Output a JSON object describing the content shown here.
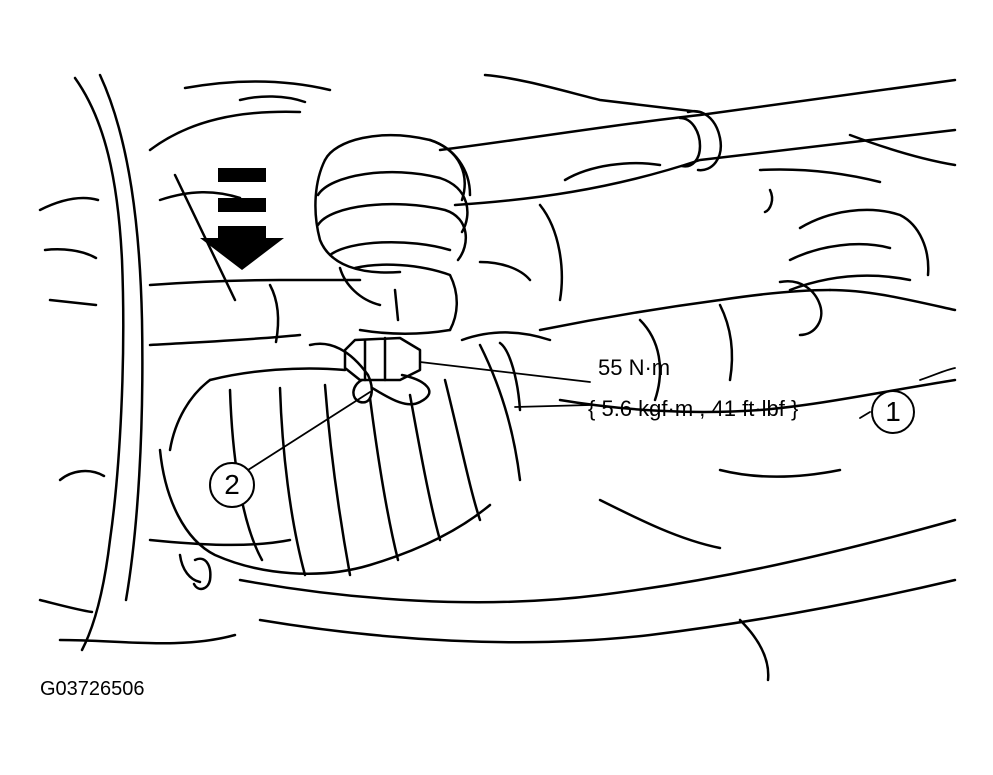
{
  "torque": {
    "line1": "55 N·m",
    "line2": "{ 5.6 kgf·m , 41 ft·lbf }"
  },
  "callouts": {
    "one": "1",
    "two": "2"
  },
  "figure_id": "G03726506",
  "colors": {
    "ink": "#000000",
    "paper": "#ffffff"
  },
  "icons": {
    "direction_arrow": "down-arrow-icon"
  }
}
